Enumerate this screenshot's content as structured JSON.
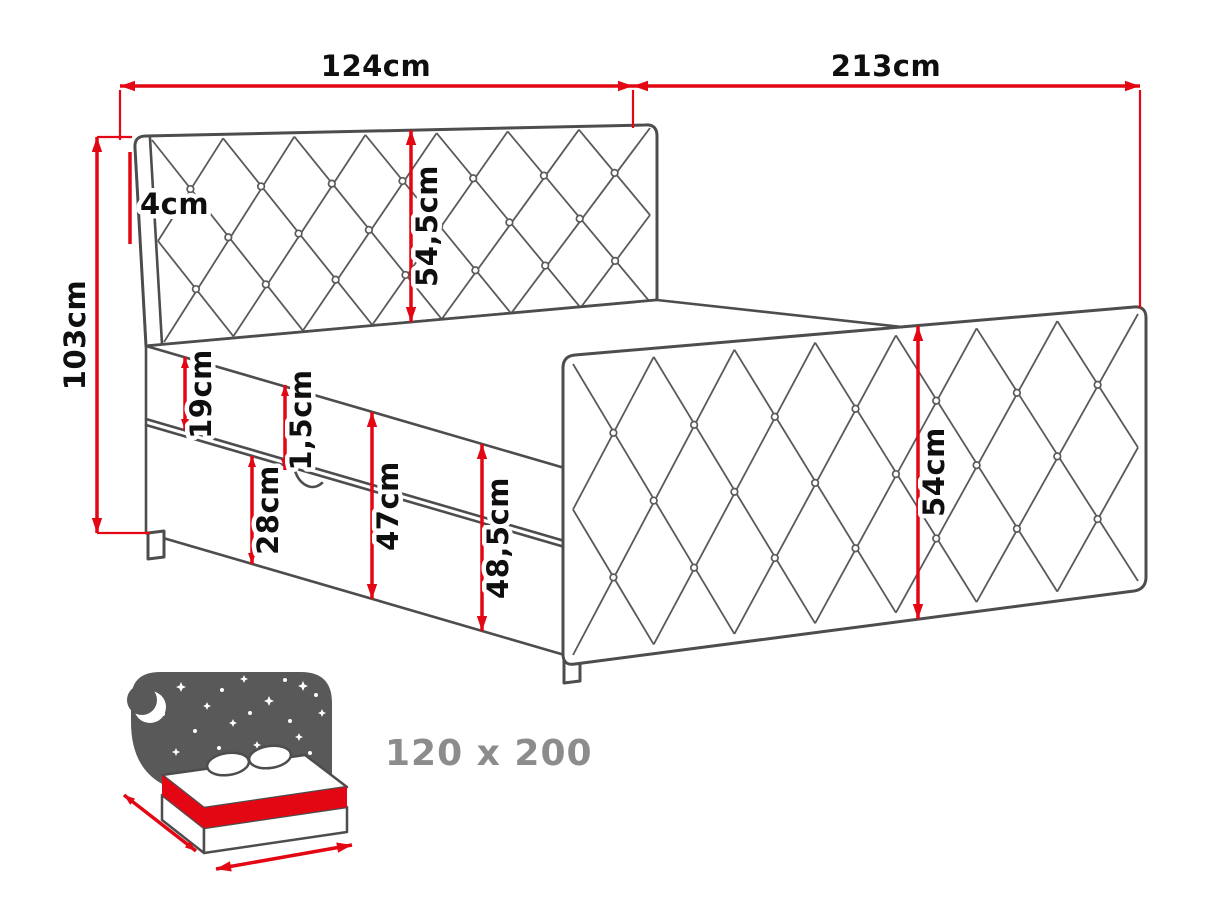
{
  "diagram": {
    "labels": {
      "width_top": "124cm",
      "length_top": "213cm",
      "height_total": "103cm",
      "top_thickness": "4cm",
      "headboard_panel": "54,5cm",
      "mattress": "19cm",
      "topper_gap": "1,5cm",
      "box": "28cm",
      "side_mid": "47cm",
      "side_total": "48,5cm",
      "footboard": "54cm"
    },
    "size_variant": "120 x 200",
    "colors": {
      "dimension_red": "#e30613",
      "outline_gray": "#4d4d4d",
      "quilt_gray": "#5a5a5a",
      "label_text": "#0f0f0f",
      "size_text": "#8c8c8c",
      "icon_wall": "#595959",
      "background": "#ffffff"
    },
    "icons": {
      "bed_size_icon": "bed-with-starry-headboard",
      "moon_icon": "crescent-moon",
      "star_icon": "four-point-star",
      "dimension_arrow_icon": "red-double-headed-arrow"
    }
  }
}
